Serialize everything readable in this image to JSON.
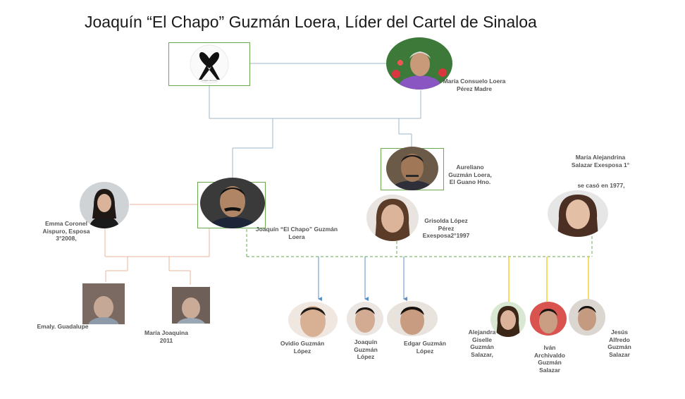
{
  "title": "Joaquín “El Chapo” Guzmán Loera, Líder del Cartel de Sinaloa",
  "colors": {
    "father_line": "#9fb5cf",
    "emma_line": "#e8b59a",
    "griselda_line": "#5b8fc9",
    "alejandrina_line": "#f2c200",
    "dashed_line": "#6aa84f",
    "box_border": "#6aa84f"
  },
  "people": {
    "father": {
      "label": "",
      "icon": "black-ribbon-icon",
      "caption": "imagen·de·Luto"
    },
    "mother": {
      "label": "María Consuelo Loera Pérez Madre"
    },
    "brother": {
      "label": "Aureliano Guzmán Loera, El Guano Hno."
    },
    "chapo": {
      "label": "Joaquín “El Chapo” Guzmán Loera"
    },
    "emma": {
      "label": "Emma Coronel Aispuro, Esposa 3°2008,"
    },
    "griselda": {
      "label": "Grisolda López Pérez Exesposa2°1997"
    },
    "alejandrina": {
      "label": "María Alejandrina Salazar Exesposa 1°",
      "note": "se casó en 1977,"
    },
    "emaly": {
      "label": "Emaly. Guadalupe"
    },
    "maria_joaquina": {
      "label": "María Joaquina",
      "note": "2011"
    },
    "ovidio": {
      "label": "Ovidio Guzmán López"
    },
    "joaquin_jr": {
      "label": "Joaquín Guzmán López"
    },
    "edgar": {
      "label": "Edgar Guzmán López"
    },
    "alejandra": {
      "label": "Alejandra Giselle Guzmán Salazar,"
    },
    "ivan": {
      "label": "Iván Archivaldo Guzmán Salazar"
    },
    "jesus": {
      "label": "Jesús Alfredo Guzmán Salazar"
    }
  }
}
